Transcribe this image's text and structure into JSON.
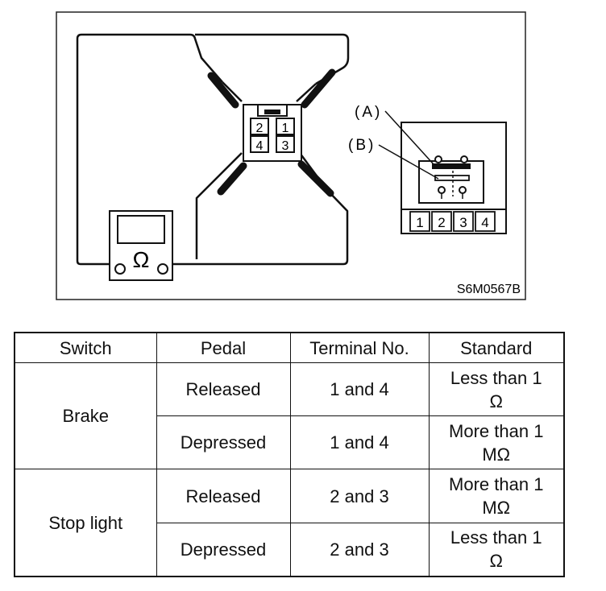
{
  "diagram": {
    "figure_code": "S6M0567B",
    "ohmmeter_symbol": "Ω",
    "connector_terminals": [
      "2",
      "1",
      "4",
      "3"
    ],
    "callouts": [
      "(A)",
      "(B)"
    ],
    "terminal_strip": [
      "1",
      "2",
      "3",
      "4"
    ]
  },
  "table": {
    "headers": [
      "Switch",
      "Pedal",
      "Terminal No.",
      "Standard"
    ],
    "groups": [
      {
        "switch": "Brake",
        "rows": [
          {
            "pedal": "Released",
            "terminals": "1 and 4",
            "standard": "Less than 1\nΩ"
          },
          {
            "pedal": "Depressed",
            "terminals": "1 and 4",
            "standard": "More than 1\nMΩ"
          }
        ]
      },
      {
        "switch": "Stop light",
        "rows": [
          {
            "pedal": "Released",
            "terminals": "2 and 3",
            "standard": "More than 1\nMΩ"
          },
          {
            "pedal": "Depressed",
            "terminals": "2 and 3",
            "standard": "Less than 1\nΩ"
          }
        ]
      }
    ]
  }
}
